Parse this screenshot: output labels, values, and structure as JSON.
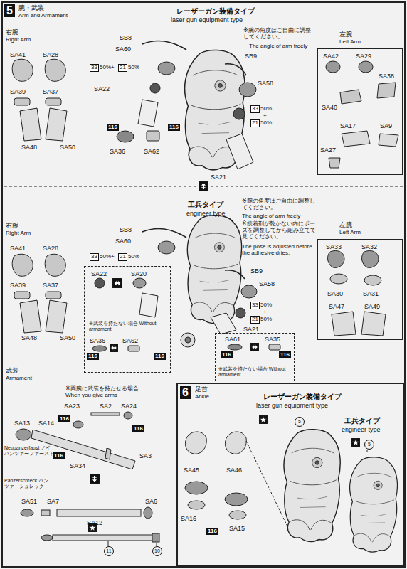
{
  "diagram": {
    "nodes": [
      {
        "text": [
          "5",
          "腕・武装",
          "Arm and Armament"
        ]
      },
      {
        "text": [
          "左腕",
          "Left Arm"
        ],
        "in": 0
      },
      {
        "text": [
          "左腕",
          "Left Arm"
        ],
        "in": 0
      },
      {
        "text": [
          "※武装を持たない場合 Without armament"
        ],
        "in": 0
      },
      {
        "text": [
          "※武装を持たない場合 Without armament"
        ],
        "in": 0
      },
      {
        "text": [
          "6",
          "足首",
          "Ankle"
        ]
      }
    ],
    "labels": [
      "レーザーガン装備タイプ",
      "laser gun equipment type",
      "右腕",
      "Right Arm",
      "SA41",
      "SA28",
      "SA39",
      "SA37",
      "SA48",
      "SA50",
      "SB8",
      "SA60",
      "33",
      "50%+",
      "21",
      "50%",
      "SA22",
      "116",
      "116",
      "SA36",
      "SA62",
      "※腕の角度はご自由に調整してください。",
      "The angle of arm freely",
      "SB9",
      "SA58",
      "33",
      "50%",
      "+",
      "21",
      "50%",
      "SA21",
      "SA42",
      "SA29",
      "SA38",
      "SA40",
      "SA17",
      "SA9",
      "SA27",
      "工兵タイプ",
      "engineer type",
      "右腕",
      "Right Arm",
      "SA41",
      "SA28",
      "SA39",
      "SA37",
      "SA48",
      "SA50",
      "SB8",
      "SA60",
      "33",
      "50%+",
      "21",
      "50%",
      "SA22",
      "SA20",
      "※腕の角度はご自由に調整してください。",
      "The angle of arm freely",
      "※接着剤が乾かない内にポーズを調整してから組み立てて見てください。",
      "The pose is adjusted before the adhesive dries.",
      "SB9",
      "SA58",
      "33",
      "50%",
      "+",
      "21",
      "50%",
      "SA21",
      "SA33",
      "SA32",
      "SA30",
      "SA31",
      "SA47",
      "SA49",
      "SA36",
      "SA62",
      "116",
      "116",
      "SA61",
      "SA35",
      "116",
      "116",
      "武装",
      "Armament",
      "※両腕に武装を持たせる場合 When you give arms",
      "SA23",
      "SA2",
      "SA24",
      "116",
      "116",
      "116",
      "SA13",
      "SA14",
      "Neupanzerfaust ノイパンツァーファースト",
      "SA34",
      "SA3",
      "Panzerschreck パンツァーシュレック",
      "SA51",
      "SA7",
      "SA12",
      "SA6",
      "11",
      "10",
      "レーザーガン装備タイプ",
      "laser gun equipment type",
      "工兵タイプ",
      "engineer type",
      "SA45",
      "SA46",
      "SA16",
      "116",
      "SA15",
      "5",
      "5"
    ]
  }
}
